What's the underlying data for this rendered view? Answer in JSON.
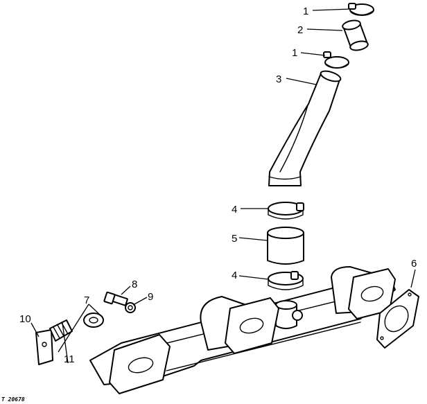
{
  "figure_ref": "T 20678",
  "callouts": [
    {
      "id": "c1a",
      "text": "1"
    },
    {
      "id": "c2",
      "text": "2"
    },
    {
      "id": "c1b",
      "text": "1"
    },
    {
      "id": "c3",
      "text": "3"
    },
    {
      "id": "c4a",
      "text": "4"
    },
    {
      "id": "c5",
      "text": "5"
    },
    {
      "id": "c4b",
      "text": "4"
    },
    {
      "id": "c6",
      "text": "6"
    },
    {
      "id": "c8",
      "text": "8"
    },
    {
      "id": "c9",
      "text": "9"
    },
    {
      "id": "c7",
      "text": "7"
    },
    {
      "id": "c10",
      "text": "10"
    },
    {
      "id": "c11",
      "text": "11"
    }
  ]
}
